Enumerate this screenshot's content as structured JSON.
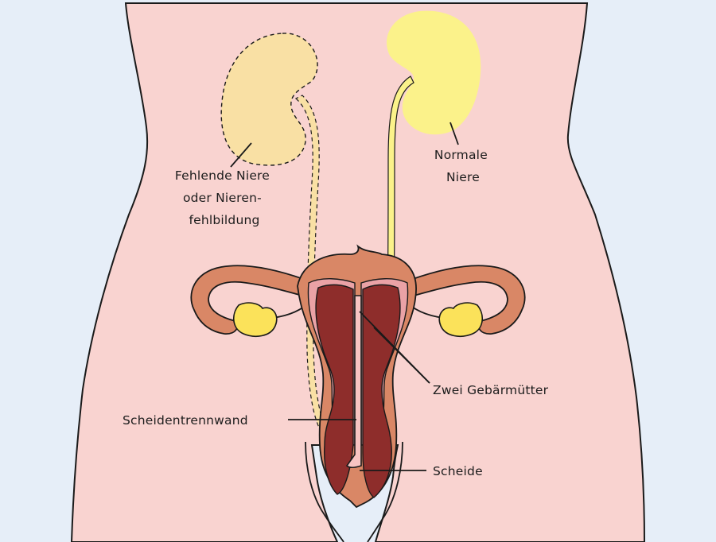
{
  "colors": {
    "background": "#e6eef8",
    "body": "#f9d3d0",
    "outline": "#1a1a1a",
    "kidney_normal": "#fbf28a",
    "kidney_missing": "#f9e0a4",
    "uterus_outer": "#d98766",
    "uterus_inner_pink": "#eaa2a6",
    "uterus_cavity": "#8e2d2b",
    "ovary": "#fbe25a"
  },
  "labels": {
    "missing_kidney": [
      "Fehlende Niere",
      "oder Nieren-",
      "fehlbildung"
    ],
    "normal_kidney": [
      "Normale",
      "Niere"
    ],
    "two_uteri": "Zwei Gebärmütter",
    "vaginal_septum": "Scheidentrennwand",
    "vagina": "Scheide"
  }
}
